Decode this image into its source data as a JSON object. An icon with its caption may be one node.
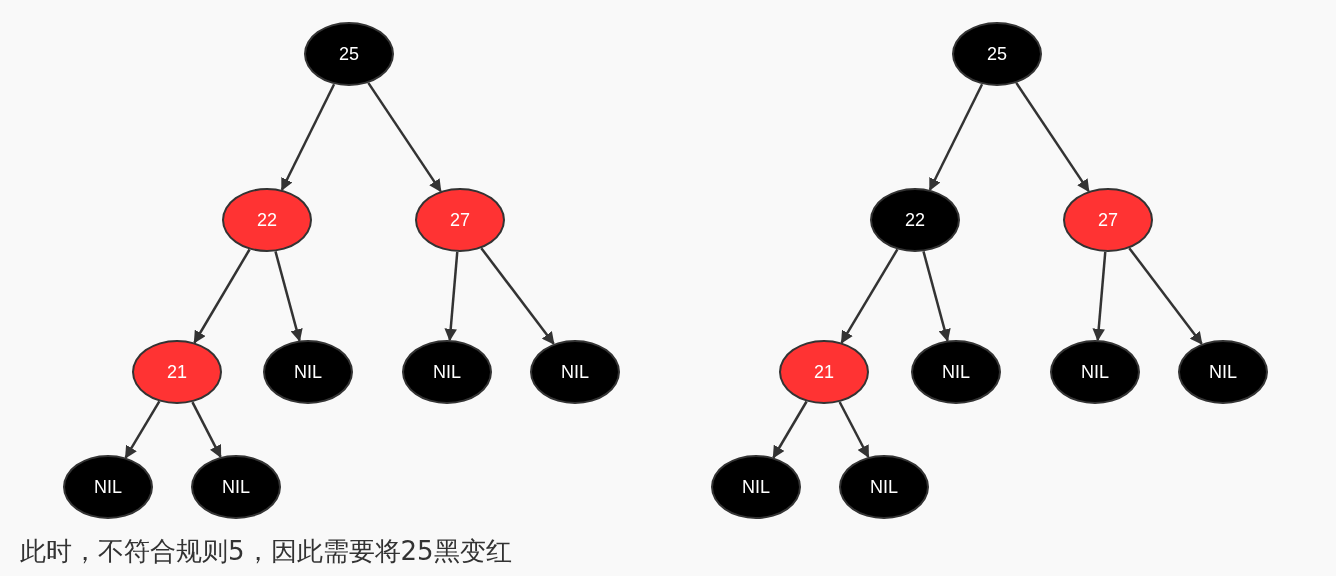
{
  "diagram": {
    "caption": "此时，不符合规则5，因此需要将25黑变红",
    "nodes": [
      {
        "text": [
          "25"
        ]
      },
      {
        "text": [
          "22"
        ]
      },
      {
        "text": [
          "27"
        ]
      },
      {
        "text": [
          "21"
        ]
      },
      {
        "text": [
          "NIL"
        ]
      },
      {
        "text": [
          "NIL"
        ]
      },
      {
        "text": [
          "NIL"
        ]
      },
      {
        "text": [
          "NIL"
        ]
      },
      {
        "text": [
          "NIL"
        ]
      },
      {
        "text": [
          "25"
        ]
      },
      {
        "text": [
          "22"
        ]
      },
      {
        "text": [
          "27"
        ]
      },
      {
        "text": [
          "21"
        ]
      },
      {
        "text": [
          "NIL"
        ]
      },
      {
        "text": [
          "NIL"
        ]
      },
      {
        "text": [
          "NIL"
        ]
      },
      {
        "text": [
          "NIL"
        ]
      },
      {
        "text": [
          "NIL"
        ]
      }
    ],
    "edges": [
      {
        "from": 0,
        "to": 1,
        "arrow": "to"
      },
      {
        "from": 0,
        "to": 2,
        "arrow": "to"
      },
      {
        "from": 1,
        "to": 3,
        "arrow": "to"
      },
      {
        "from": 1,
        "to": 4,
        "arrow": "to"
      },
      {
        "from": 2,
        "to": 5,
        "arrow": "to"
      },
      {
        "from": 2,
        "to": 6,
        "arrow": "to"
      },
      {
        "from": 3,
        "to": 7,
        "arrow": "to"
      },
      {
        "from": 3,
        "to": 8,
        "arrow": "to"
      },
      {
        "from": 9,
        "to": 10,
        "arrow": "to"
      },
      {
        "from": 9,
        "to": 11,
        "arrow": "to"
      },
      {
        "from": 10,
        "to": 12,
        "arrow": "to"
      },
      {
        "from": 10,
        "to": 13,
        "arrow": "to"
      },
      {
        "from": 11,
        "to": 14,
        "arrow": "to"
      },
      {
        "from": 11,
        "to": 15,
        "arrow": "to"
      },
      {
        "from": 12,
        "to": 16,
        "arrow": "to"
      },
      {
        "from": 12,
        "to": 17,
        "arrow": "to"
      }
    ]
  }
}
